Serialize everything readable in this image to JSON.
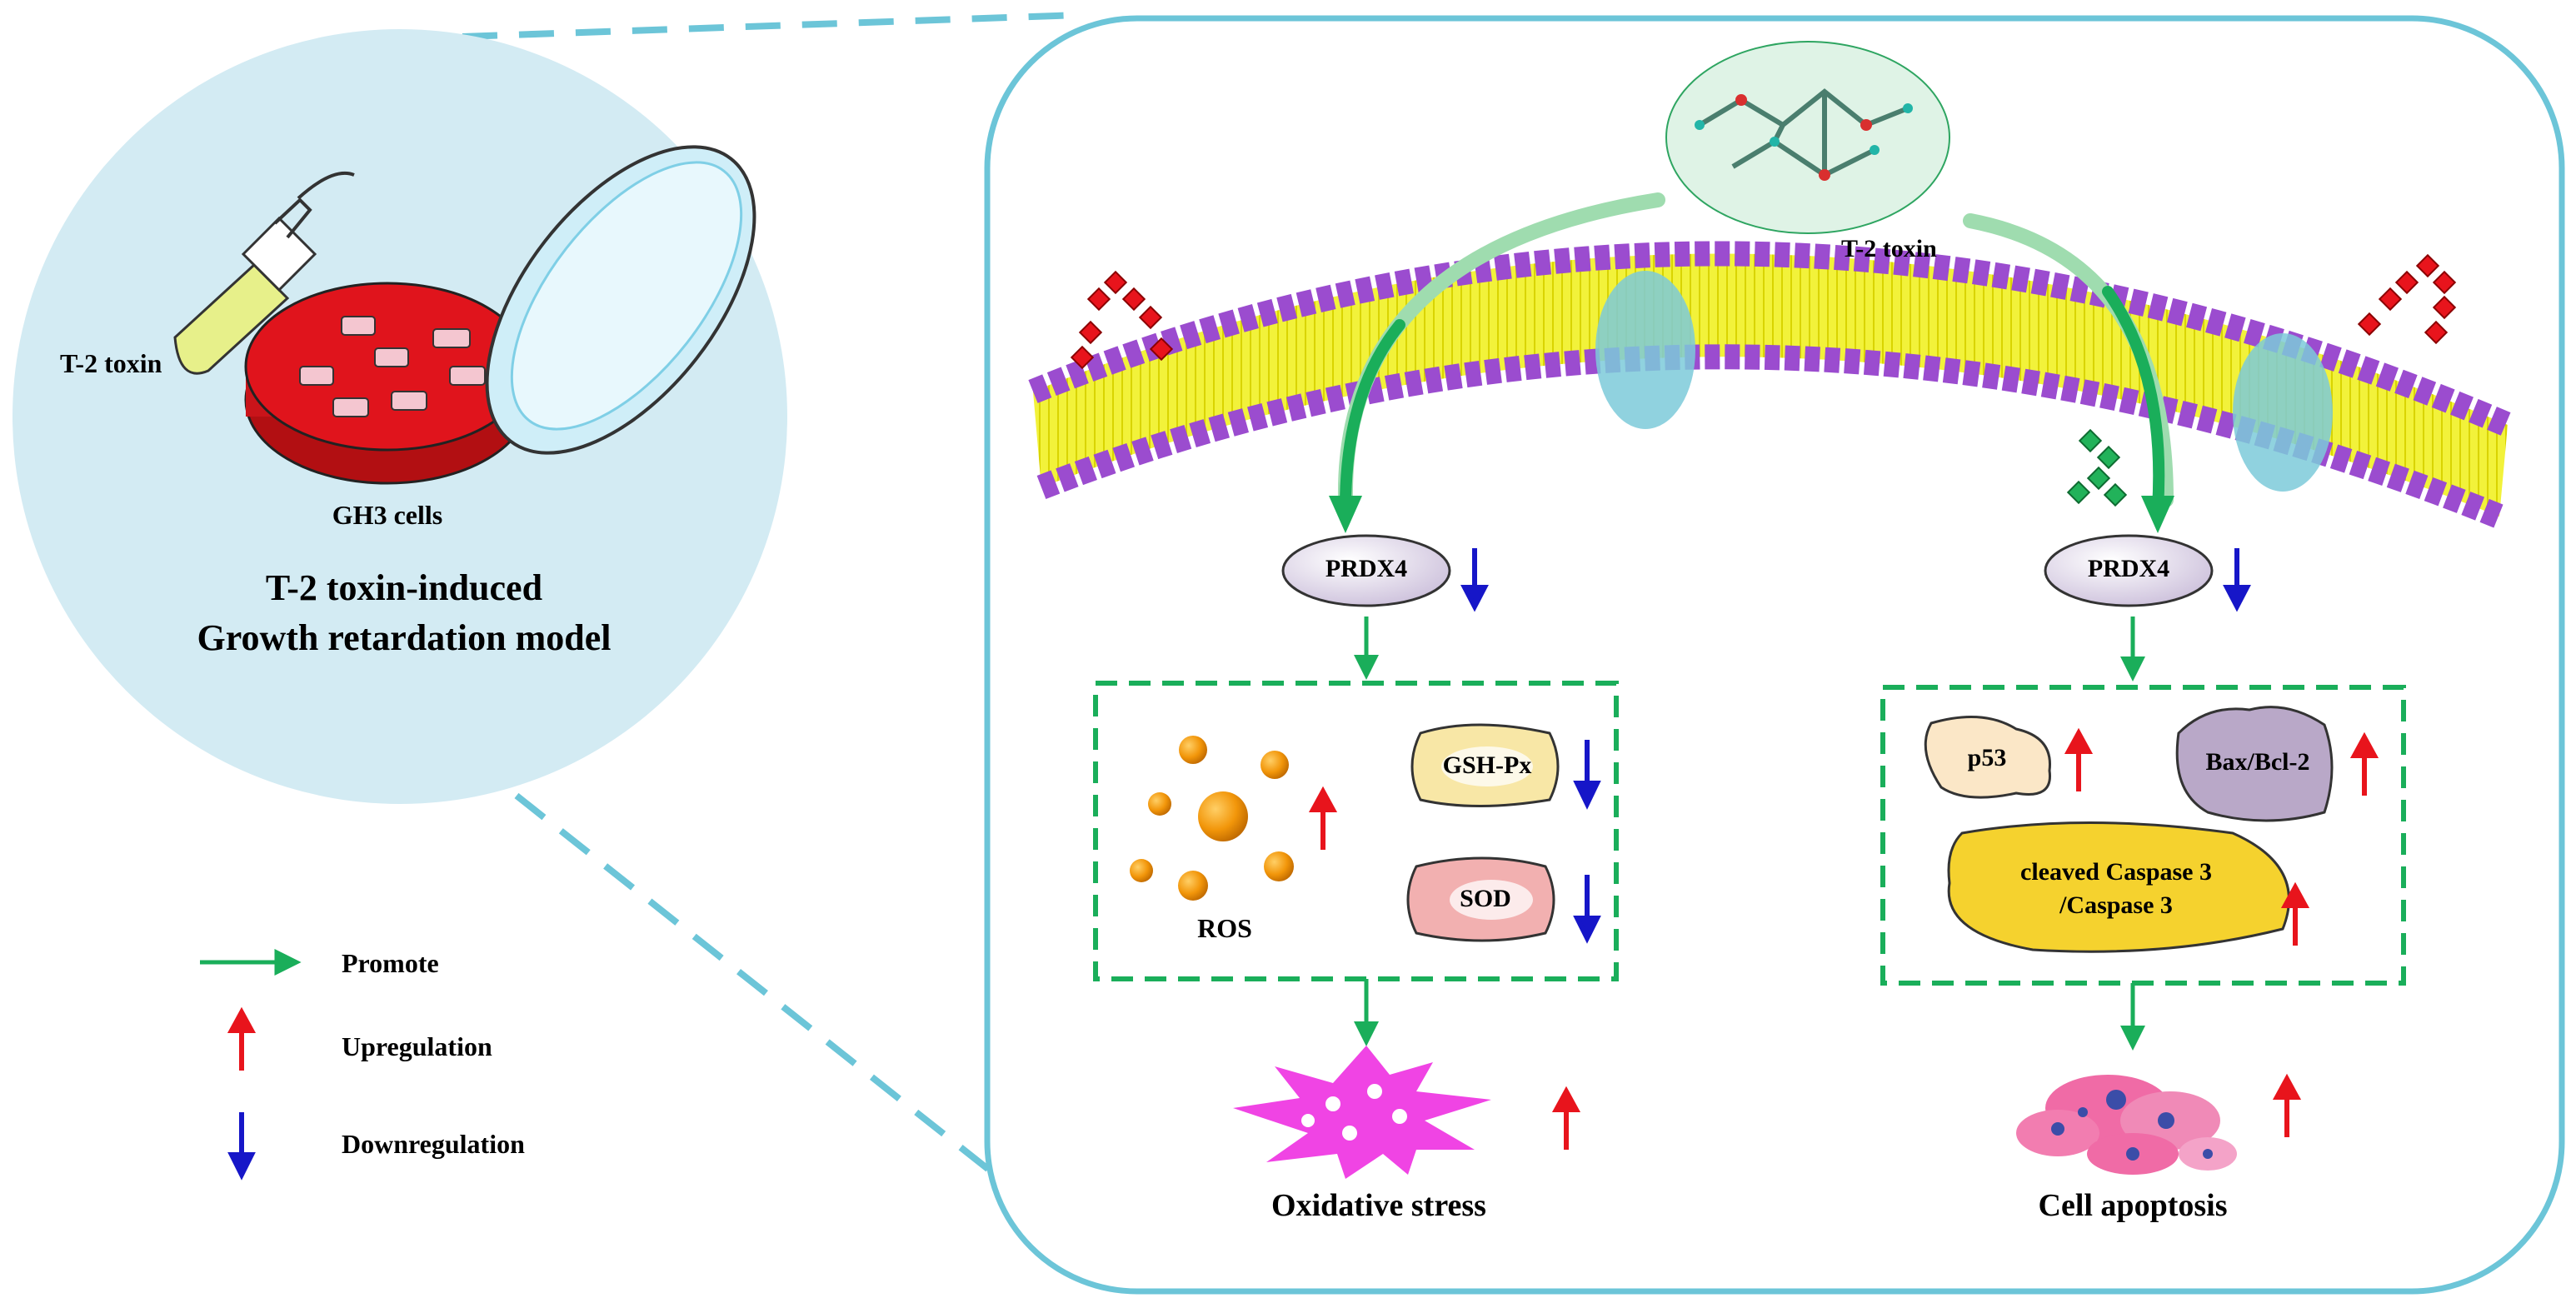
{
  "model": {
    "tube_label": "T-2 toxin",
    "dish_label": "GH3 cells",
    "title_line1": "T-2 toxin-induced",
    "title_line2": "Growth retardation model"
  },
  "legend": {
    "promote": "Promote",
    "upregulation": "Upregulation",
    "downregulation": "Downregulation"
  },
  "pathway": {
    "toxin_label": "T-2 toxin",
    "left": {
      "protein": "PRDX4",
      "ros": "ROS",
      "gsh": "GSH-Px",
      "sod": "SOD",
      "outcome": "Oxidative stress"
    },
    "right": {
      "protein": "PRDX4",
      "p53": "p53",
      "bax": "Bax/Bcl-2",
      "caspase_line1": "cleaved Caspase 3",
      "caspase_line2": "/Caspase 3",
      "outcome": "Cell apoptosis"
    }
  },
  "colors": {
    "panel_border": "#6cc5d8",
    "circle_fill": "#d3ebf3",
    "promote_green": "#1aae5a",
    "up_red": "#e8141c",
    "down_blue": "#1616c8",
    "membrane_purple": "#9b4ccf",
    "membrane_yellow": "#f2f23a",
    "dish_red": "#e0141c"
  }
}
